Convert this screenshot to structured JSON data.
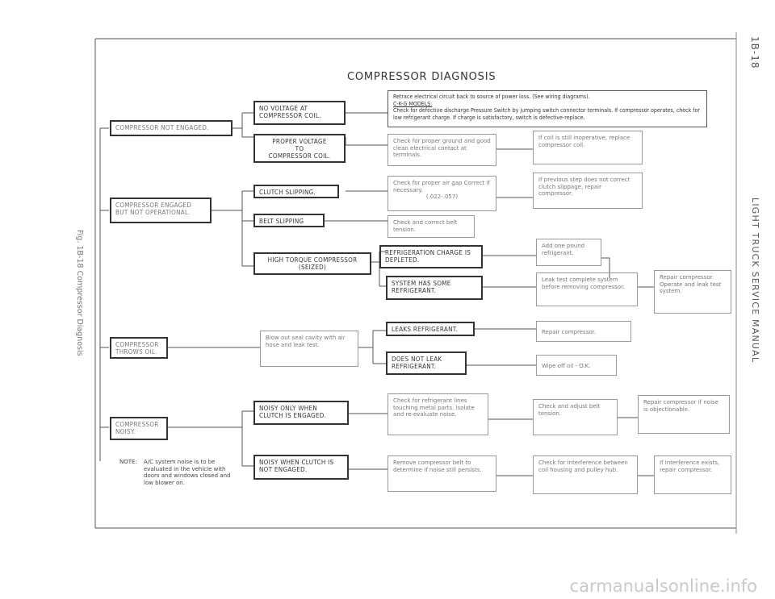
{
  "page_number": "1B-18",
  "manual_title": "LIGHT TRUCK SERVICE MANUAL",
  "figure_caption": "Fig. 1B-18 Compressor Diagnosis",
  "title": "COMPRESSOR DIAGNOSIS",
  "col1": {
    "not_engaged": "COMPRESSOR NOT ENGAGED.",
    "engaged_not_operational": "COMPRESSOR ENGAGED BUT NOT OPERATIONAL.",
    "throws_oil": "COMPRESSOR THROWS OIL.",
    "noisy": "COMPRESSOR NOISY."
  },
  "col2": {
    "no_voltage": "NO VOLTAGE AT COMPRESSOR COIL.",
    "proper_voltage_1": "PROPER VOLTAGE",
    "proper_voltage_2": "TO",
    "proper_voltage_3": "COMPRESSOR COIL.",
    "clutch_slipping": "CLUTCH SLIPPING.",
    "belt_slipping": "BELT SLIPPING",
    "high_torque_1": "HIGH TORQUE COMPRESSOR",
    "high_torque_2": "(SEIZED)",
    "blow_out": "Blow out seal cavity with air hose and leak test.",
    "noisy_when_engaged": "NOISY ONLY WHEN CLUTCH IS ENGAGED.",
    "noisy_not_engaged": "NOISY WHEN CLUTCH IS NOT ENGAGED."
  },
  "col3": {
    "retrace_1": "Retrace electrical circuit back to source of power loss. (See wiring diagrams).",
    "retrace_2": "C-K-G MODELS:",
    "retrace_3": "Check for defective discharge Pressure Switch by jumping switch connector terminals. If compressor operates, check for low refrigerant charge. If charge is satisfactory, switch is defective-replace.",
    "check_ground": "Check for proper ground and good clean electrical contact at terminals.",
    "air_gap_1": "Check for proper air gap Correct if necessary.",
    "air_gap_2": "(.022-.057)",
    "belt_tension": "Check and correct belt tension.",
    "refrig_depleted": "REFRIGERATION CHARGE IS DEPLETED.",
    "has_some": "SYSTEM HAS SOME REFRIGERANT.",
    "leaks": "LEAKS REFRIGERANT.",
    "not_leak": "DOES NOT LEAK REFRIGERANT.",
    "check_lines": "Check for refrigerant lines touching metal parts. Isolate and re-evaluate noise.",
    "remove_belt": "Remove compressor belt to determine if noise still persists."
  },
  "col4": {
    "coil_inoperative": "If coil is still inoperative, replace compressor coil.",
    "previous_step": "If previous step does not correct clutch slippage, repair compressor.",
    "add_pound": "Add one pound refrigerant.",
    "leak_test": "Leak test complete system before removing compressor.",
    "repair_compressor": "Repair compressor.",
    "wipe_oil": "Wipe off oil - O.K.",
    "adjust_belt": "Check and adjust belt tension.",
    "interference": "Check for interference between coil housing and pulley hub."
  },
  "col5": {
    "repair_operate": "Repair compressor. Operate and leak test system.",
    "repair_objectionable": "Repair compressor if noise is objectionable.",
    "interference_exists": "If interference exists, repair compressor."
  },
  "note": {
    "label": "NOTE:",
    "text": "A/C system noise is to be evaluated in the vehicle with doors and windows closed and low blower on."
  },
  "watermark": "carmanualsonline.info"
}
